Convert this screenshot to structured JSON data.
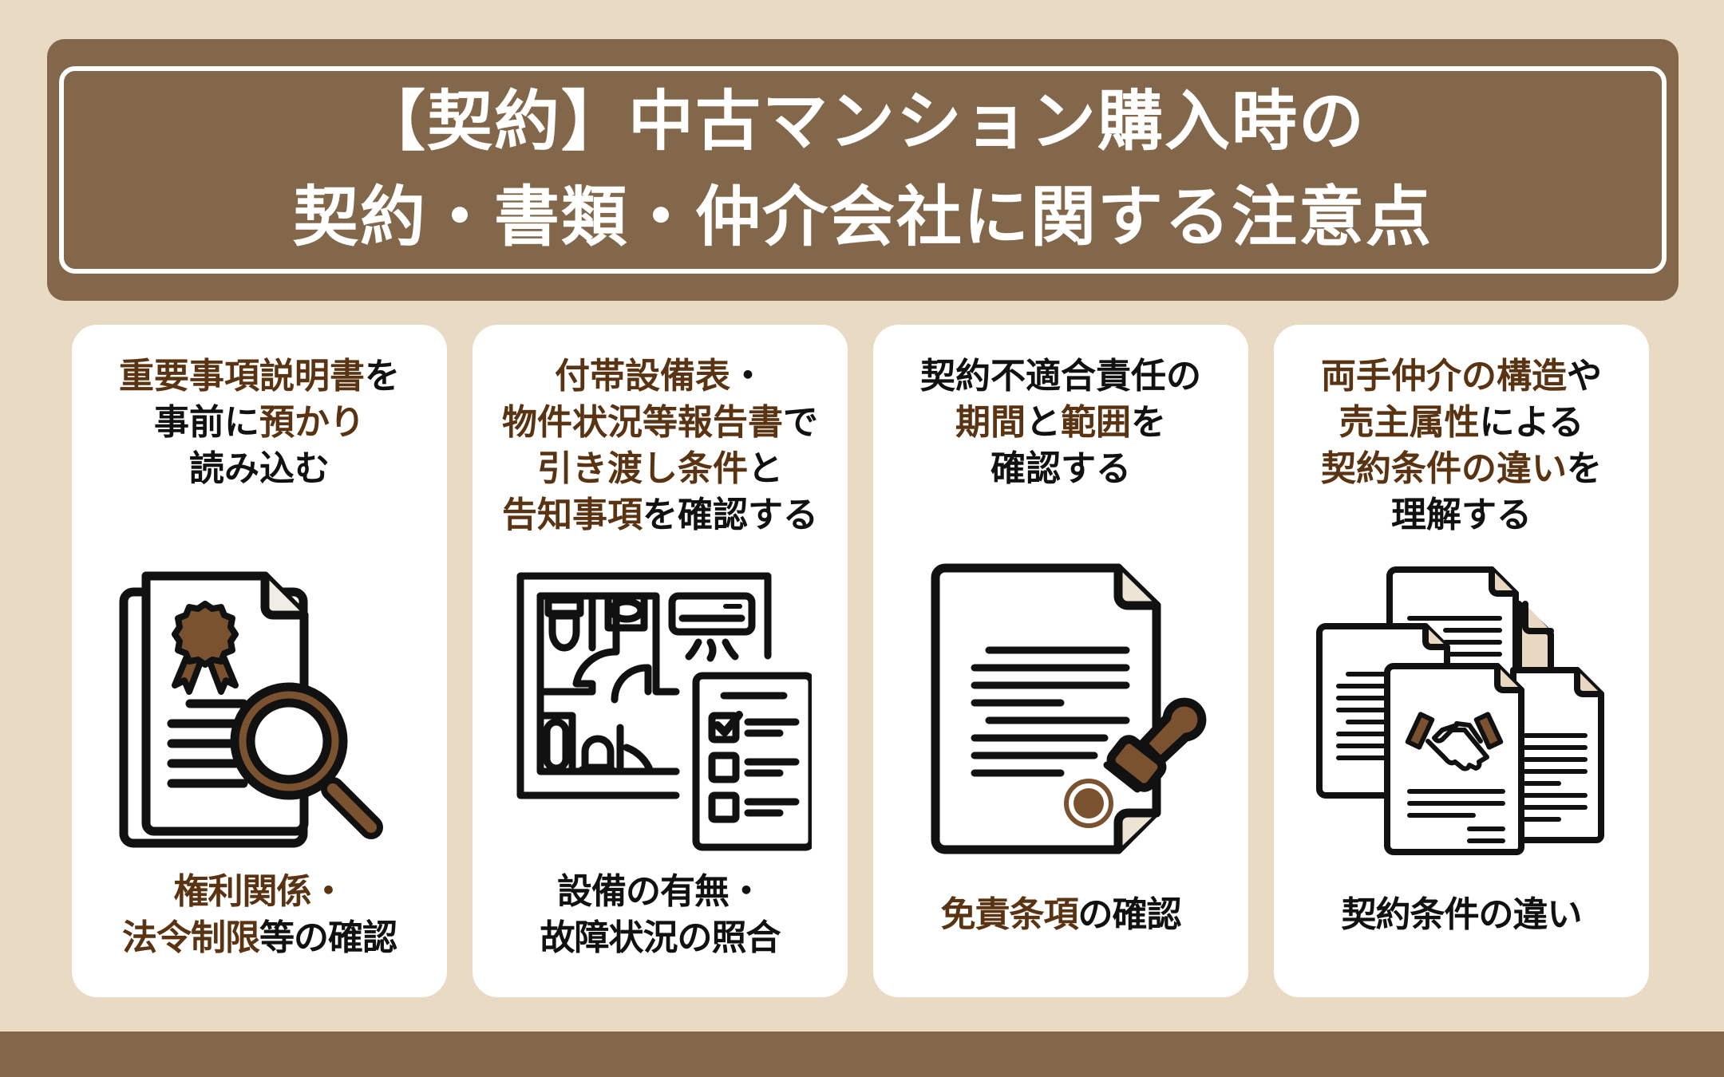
{
  "colors": {
    "page_background": "#e9dbc3",
    "header_background": "#82674a",
    "header_border": "#ffffff",
    "card_background": "#ffffff",
    "highlight_text": "#5a3412",
    "body_text": "#111111",
    "icon_accent": "#7a5230"
  },
  "header": {
    "title_line1": "【契約】中古マンション購入時の",
    "title_line2": "契約・書類・仲介会社に関する注意点"
  },
  "cards": [
    {
      "heading_lines": [
        [
          {
            "text": "重要事項説明書",
            "hl": true
          },
          {
            "text": "を",
            "hl": false
          }
        ],
        [
          {
            "text": "事前に",
            "hl": false
          },
          {
            "text": "預かり",
            "hl": true
          }
        ],
        [
          {
            "text": "読み込む",
            "hl": false
          }
        ]
      ],
      "icon": "document-certificate-magnifier-icon",
      "footer_lines": [
        [
          {
            "text": "権利関係・",
            "hl": true
          }
        ],
        [
          {
            "text": "法令制限",
            "hl": true
          },
          {
            "text": "等の確認",
            "hl": false
          }
        ]
      ]
    },
    {
      "heading_lines": [
        [
          {
            "text": "付帯設備表",
            "hl": true
          },
          {
            "text": "・",
            "hl": false
          }
        ],
        [
          {
            "text": "物件状況等報告書",
            "hl": true
          },
          {
            "text": "で",
            "hl": false
          }
        ],
        [
          {
            "text": "引き渡し条件",
            "hl": true
          },
          {
            "text": "と",
            "hl": false
          }
        ],
        [
          {
            "text": "告知事項",
            "hl": true
          },
          {
            "text": "を確認する",
            "hl": false
          }
        ]
      ],
      "icon": "floorplan-checklist-icon",
      "footer_lines": [
        [
          {
            "text": "設備の有無・",
            "hl": false
          }
        ],
        [
          {
            "text": "故障状況の照合",
            "hl": false
          }
        ]
      ]
    },
    {
      "heading_lines": [
        [
          {
            "text": "契約不適合責任の",
            "hl": false
          }
        ],
        [
          {
            "text": "期間",
            "hl": true
          },
          {
            "text": "と",
            "hl": false
          },
          {
            "text": "範囲",
            "hl": true
          },
          {
            "text": "を",
            "hl": false
          }
        ],
        [
          {
            "text": "確認する",
            "hl": false
          }
        ]
      ],
      "icon": "contract-stamp-icon",
      "footer_lines": [
        [
          {
            "text": "免責条項",
            "hl": true
          },
          {
            "text": "の確認",
            "hl": false
          }
        ]
      ]
    },
    {
      "heading_lines": [
        [
          {
            "text": "両手仲介の構造",
            "hl": true
          },
          {
            "text": "や",
            "hl": false
          }
        ],
        [
          {
            "text": "売主属性",
            "hl": true
          },
          {
            "text": "による",
            "hl": false
          }
        ],
        [
          {
            "text": "契約条件の違い",
            "hl": true
          },
          {
            "text": "を",
            "hl": false
          }
        ],
        [
          {
            "text": "理解する",
            "hl": false
          }
        ]
      ],
      "icon": "documents-handshake-icon",
      "footer_lines": [
        [
          {
            "text": "契約条件の違い",
            "hl": false
          }
        ]
      ]
    }
  ]
}
